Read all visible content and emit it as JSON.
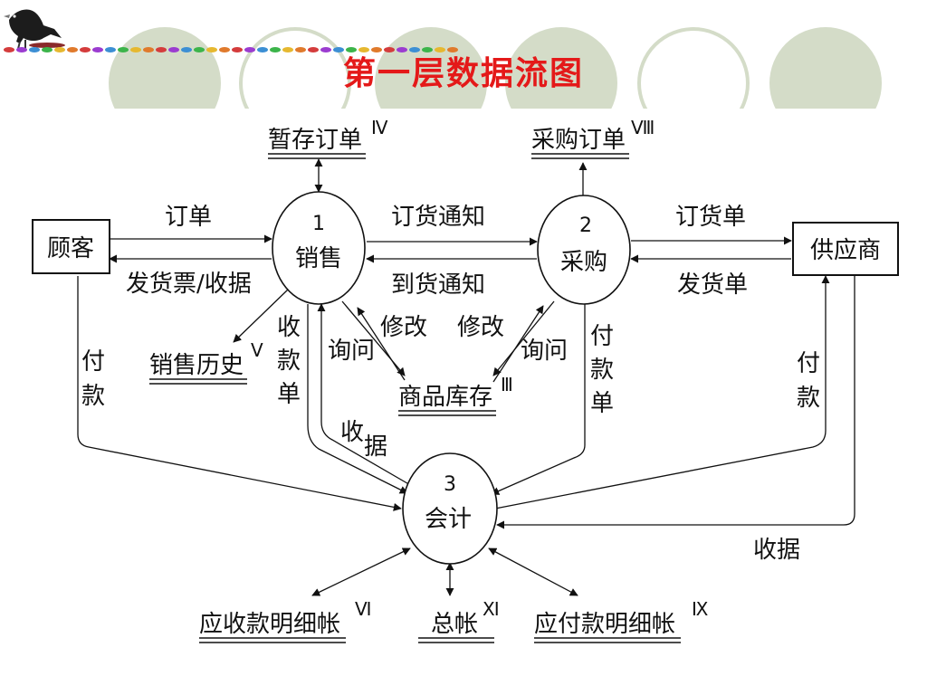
{
  "slide": {
    "title": "第一层数据流图"
  },
  "diagram": {
    "processes": [
      {
        "number": "1",
        "name": "销售"
      },
      {
        "number": "2",
        "name": "采购"
      },
      {
        "number": "3",
        "name": "会计"
      }
    ],
    "entities": {
      "customer": "顾客",
      "supplier": "供应商"
    },
    "stores": {
      "pending_orders": {
        "name": "暂存订单",
        "numeral": "Ⅳ"
      },
      "purchase_orders": {
        "name": "采购订单",
        "numeral": "Ⅷ"
      },
      "sales_history": {
        "name": "销售历史",
        "numeral": "Ⅴ"
      },
      "inventory": {
        "name": "商品库存",
        "numeral": "Ⅲ"
      },
      "receivables": {
        "name": "应收款明细帐",
        "numeral": "Ⅵ"
      },
      "general_ledger": {
        "name": "总帐",
        "numeral": "Ⅺ"
      },
      "payables": {
        "name": "应付款明细帐",
        "numeral": "Ⅸ"
      }
    },
    "flows": {
      "order": "订单",
      "invoice_receipt": "发货票/收据",
      "order_notice": "订货通知",
      "arrival_notice": "到货通知",
      "purchase_order_out": "订货单",
      "shipping_note": "发货单",
      "modify_left": "修改",
      "modify_right": "修改",
      "query_left": "询问",
      "query_right": "询问",
      "payment_left": [
        "付",
        "款"
      ],
      "payment_right": [
        "付",
        "款"
      ],
      "collection_slip": [
        "收",
        "款",
        "单"
      ],
      "payment_slip": [
        "付",
        "款",
        "单"
      ],
      "receipt_mid_1": "收",
      "receipt_mid_2": "据",
      "receipt_bottom": "收据"
    }
  }
}
